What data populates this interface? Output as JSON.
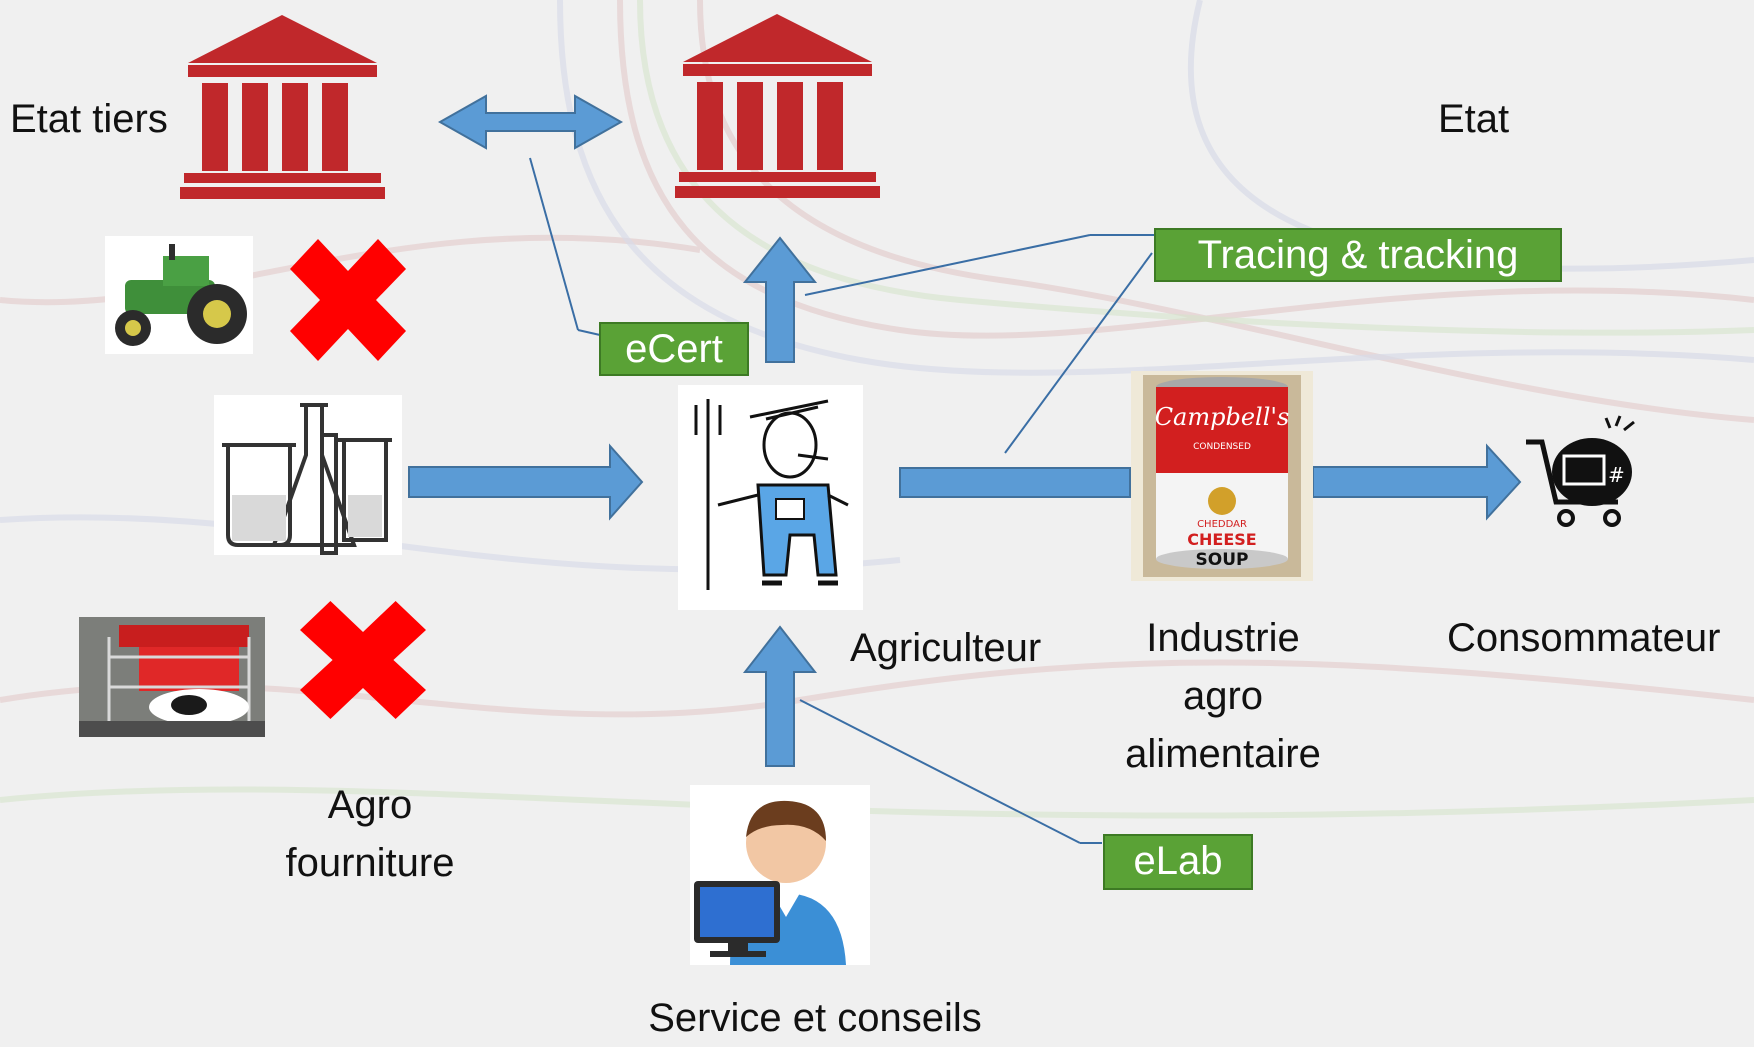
{
  "nodes": {
    "etat_tiers": "Etat tiers",
    "etat": "Etat",
    "agriculteur": "Agriculteur",
    "industrie": [
      "Industrie",
      "agro",
      "alimentaire"
    ],
    "consommateur": "Consommateur",
    "agro_fourniture": [
      "Agro",
      "fourniture"
    ],
    "service": "Service et conseils"
  },
  "services": {
    "ecert": "eCert",
    "tracing": "Tracing & tracking",
    "elab": "eLab"
  },
  "can_label": {
    "brand": "Campbell's",
    "sub": "CONDENSED",
    "flavor_1": "CHEDDAR",
    "flavor_2": "CHEESE",
    "flavor_3": "SOUP"
  },
  "colors": {
    "arrow": "#5b9bd5",
    "arrow_edge": "#41719c",
    "service_tag": "#5aa236",
    "connector": "#3a6ea5",
    "government": "#c0282b",
    "blocked": "#ff0000"
  },
  "icons": [
    "government-building-icon",
    "tractor-image",
    "lab-glassware-image",
    "milking-robot-image",
    "blocked-cross-icon",
    "farmer-image",
    "soup-can-image",
    "shopping-cart-icon",
    "consultant-computer-image"
  ]
}
